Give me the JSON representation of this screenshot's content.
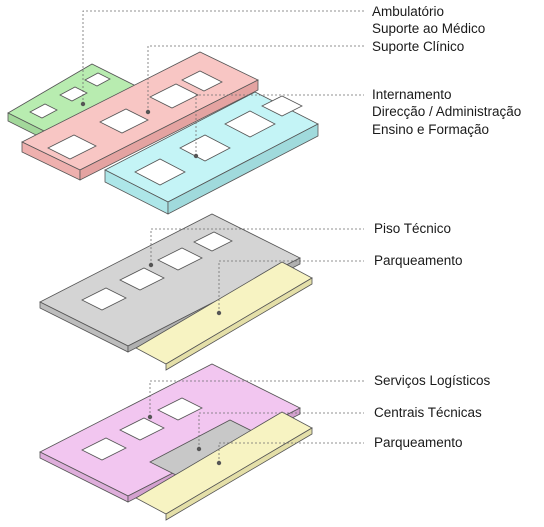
{
  "labels": {
    "ambulatorio": "Ambulatório",
    "suporte_medico": "Suporte ao Médico",
    "suporte_clinico": "Suporte Clínico",
    "internamento": "Internamento",
    "direccao": "Direcção / Administração",
    "ensino": "Ensino e Formação",
    "piso_tecnico": "Piso Técnico",
    "parqueamento_1": "Parqueamento",
    "servicos_logisticos": "Serviços Logísticos",
    "centrais_tecnicas": "Centrais Técnicas",
    "parqueamento_2": "Parqueamento"
  },
  "colors": {
    "green": "#b8ecb0",
    "pink": "#f8c6c4",
    "cyan": "#c4f4f6",
    "grey": "#d4d4d4",
    "yellow": "#f7f3c2",
    "magenta": "#f2c6f0",
    "edge": "#555555",
    "leader": "#6f6f6f"
  }
}
